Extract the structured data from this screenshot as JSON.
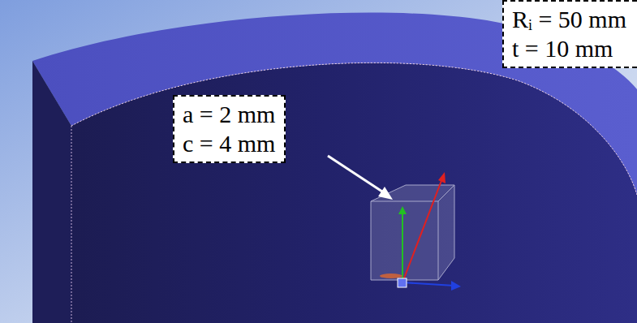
{
  "diagram": {
    "nodes": [
      {
        "text": [
          "Rᵢ = 50 mm",
          "t = 10 mm"
        ]
      },
      {
        "text": [
          "a = 2 mm",
          "c = 4 mm"
        ]
      }
    ]
  }
}
